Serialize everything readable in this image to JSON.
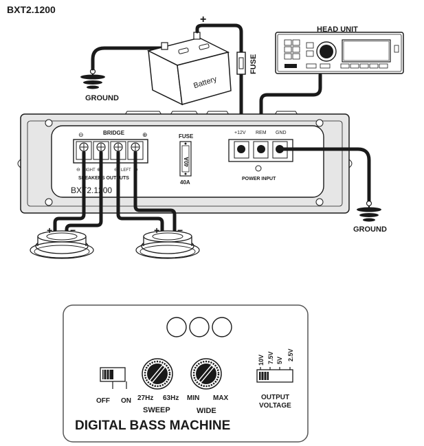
{
  "model_title": "BXT2.1200",
  "head_unit": {
    "title": "HEAD UNIT"
  },
  "battery": {
    "label": "Battery",
    "positive_sign": "+"
  },
  "inline_fuse": {
    "label": "FUSE"
  },
  "ground": {
    "left_label": "GROUND",
    "right_label": "GROUND"
  },
  "amplifier": {
    "model_label": "BXT2.1200",
    "bridge": {
      "minus": "⊖",
      "label": "BRIDGE",
      "plus": "⊕"
    },
    "speaker_outputs": {
      "left_minus": "⊖",
      "right_label": "RIGHT",
      "right_plus": "⊕",
      "center_label": "SPEAKERS OUTPUTS",
      "left_minus2": "⊖",
      "left_label": "LEFT",
      "left_plus": "⊕"
    },
    "fuse": {
      "label": "FUSE",
      "value": "40A",
      "rating": "40A"
    },
    "power_input": {
      "terminals": [
        "+12V",
        "REM",
        "GND"
      ],
      "label": "POWER INPUT"
    }
  },
  "speakers": {
    "plus": "+",
    "minus": "−"
  },
  "remote": {
    "title": "DIGITAL BASS MACHINE",
    "switch": {
      "off": "OFF",
      "on": "ON"
    },
    "sweep": {
      "min": "27Hz",
      "max": "63Hz",
      "label": "SWEEP"
    },
    "wide": {
      "min": "MIN",
      "max": "MAX",
      "label": "WIDE"
    },
    "output_voltage": {
      "levels": [
        "10V",
        "7.5V",
        "5V",
        "2.5V"
      ],
      "label_line1": "OUTPUT",
      "label_line2": "VOLTAGE"
    }
  },
  "colors": {
    "ink": "#1a1a1a",
    "body_gray": "#e6e6e6",
    "panel_border": "#555555"
  }
}
